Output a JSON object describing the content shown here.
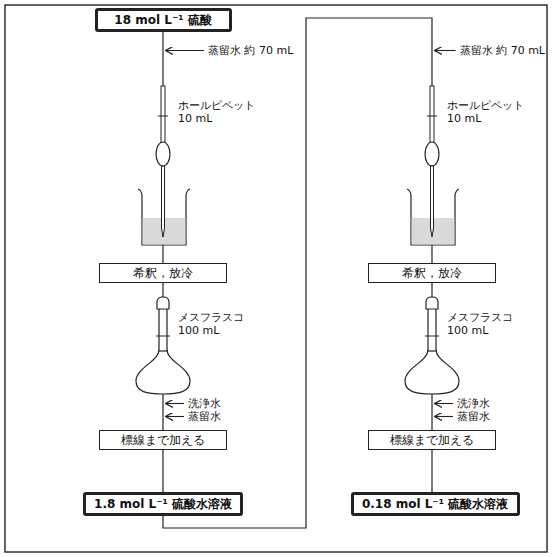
{
  "diagram": {
    "nodes": [
      {
        "text": [
          "18 mol L⁻¹ 硫酸"
        ]
      },
      {
        "text": [
          "希釈，放冷"
        ]
      },
      {
        "text": [
          "標線まで加える"
        ]
      },
      {
        "text": [
          "1.8 mol L⁻¹ 硫酸水溶液"
        ]
      },
      {
        "text": [
          "希釈，放冷"
        ]
      },
      {
        "text": [
          "標線まで加える"
        ]
      },
      {
        "text": [
          "0.18 mol L⁻¹ 硫酸水溶液"
        ]
      }
    ],
    "edges": [
      {
        "from": 0,
        "to": 1,
        "arrow": "none"
      },
      {
        "from": 1,
        "to": 2,
        "arrow": "none"
      },
      {
        "from": 2,
        "to": 3,
        "arrow": "none"
      },
      {
        "from": 3,
        "to": 4,
        "arrow": "none"
      },
      {
        "from": 4,
        "to": 5,
        "arrow": "none"
      },
      {
        "from": 5,
        "to": 6,
        "arrow": "none"
      }
    ],
    "labels": [
      "蒸留水 約 70 mL",
      "ホールピペット 10 mL",
      "メスフラスコ 100 mL",
      "洗浄水",
      "蒸留水",
      "蒸留水 約 70 mL",
      "ホールピペット 10 mL",
      "メスフラスコ 100 mL",
      "洗浄水",
      "蒸留水"
    ]
  }
}
